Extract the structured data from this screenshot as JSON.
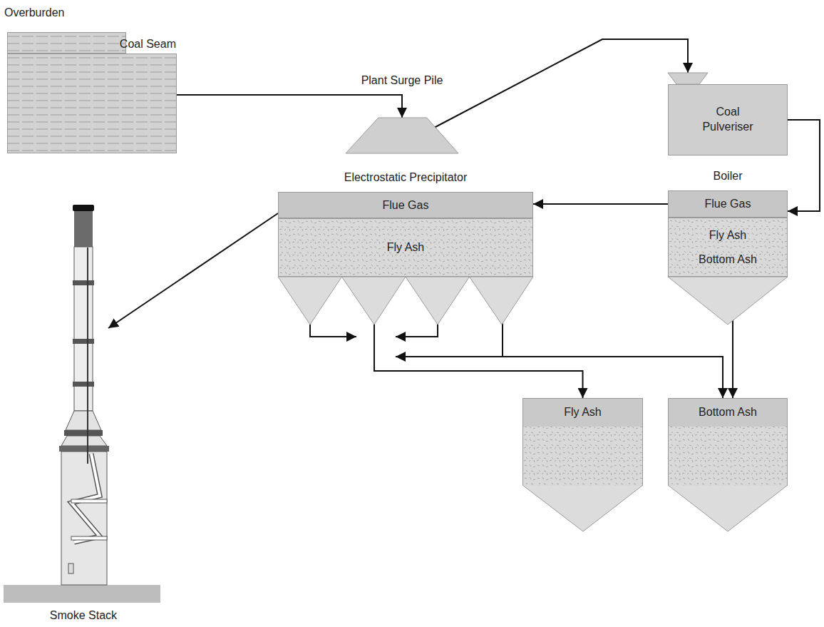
{
  "diagram": {
    "nodes": [
      {
        "text": [
          "Overburden"
        ]
      },
      {
        "text": [
          "Coal Seam"
        ]
      },
      {
        "text": [
          "Plant Surge Pile"
        ]
      },
      {
        "text": [
          "Coal Pulveriser"
        ]
      },
      {
        "text": [
          "Electrostatic Precipitator"
        ]
      },
      {
        "text": [
          "Flue Gas"
        ],
        "in": 4
      },
      {
        "text": [
          "Fly Ash"
        ],
        "in": 4
      },
      {
        "text": [
          "Boiler"
        ]
      },
      {
        "text": [
          "Flue Gas"
        ],
        "in": 7
      },
      {
        "text": [
          "Fly Ash",
          "Bottom Ash"
        ],
        "in": 7
      },
      {
        "text": [
          "Fly Ash"
        ]
      },
      {
        "text": [
          "Bottom Ash"
        ]
      },
      {
        "text": [
          "Smoke Stack"
        ]
      }
    ],
    "edges": [
      {
        "from": 1,
        "to": 2,
        "arrow": "to"
      },
      {
        "from": 2,
        "to": 3,
        "arrow": "to"
      },
      {
        "from": 3,
        "to": 8,
        "arrow": "to"
      },
      {
        "from": 8,
        "to": 5,
        "arrow": "to"
      },
      {
        "from": 5,
        "to": 12,
        "arrow": "to"
      },
      {
        "from": 6,
        "to": 10,
        "arrow": "to"
      },
      {
        "from": 6,
        "to": 11,
        "arrow": "to"
      },
      {
        "from": 9,
        "to": 11,
        "arrow": "to"
      }
    ]
  }
}
